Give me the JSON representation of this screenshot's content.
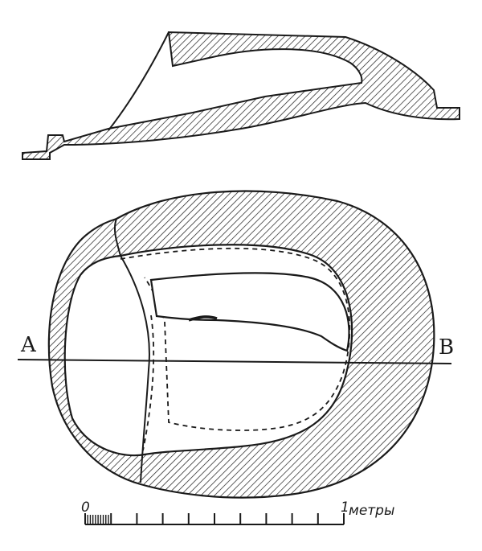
{
  "section_labels": {
    "left": "A",
    "right": "B"
  },
  "scale_bar": {
    "start": "0",
    "end": "1",
    "unit": "метры"
  },
  "colors": {
    "ink": "#1a1a1a",
    "paper": "#ffffff"
  }
}
